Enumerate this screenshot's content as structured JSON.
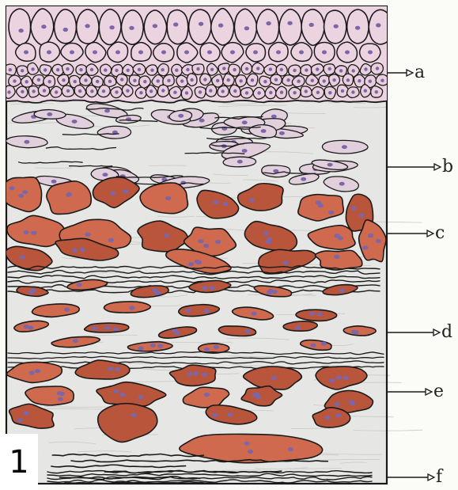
{
  "figure": {
    "panel_number": "1",
    "labels": [
      "a",
      "b",
      "c",
      "d",
      "e",
      "f"
    ]
  },
  "colors": {
    "paper": "#fbfbf8",
    "tissue_bg": "#e6e6e4",
    "epithelium_fill": "#ecd3e0",
    "nucleus": "#7d66a8",
    "muscle_cell": "#cf6a4e",
    "muscle_cell_dark": "#b9553b",
    "outline": "#1a1a1a"
  }
}
